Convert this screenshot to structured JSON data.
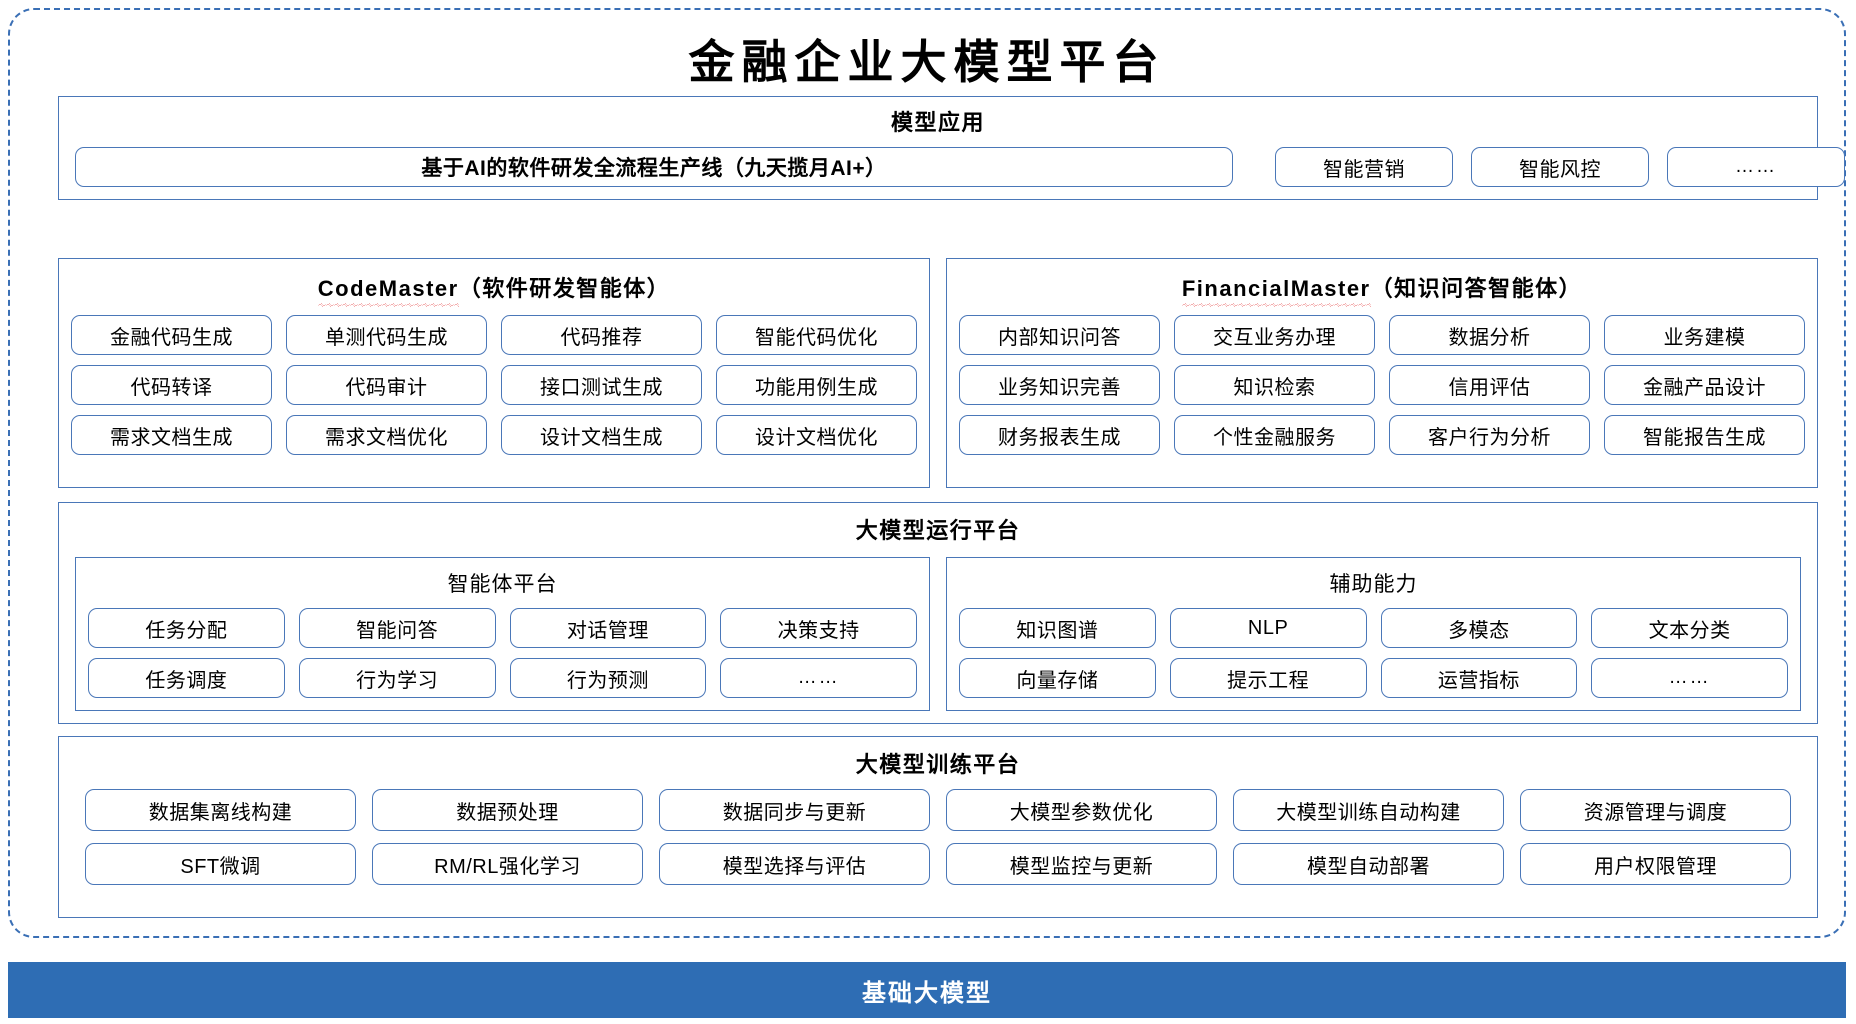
{
  "diagram": {
    "title": "金融企业大模型平台",
    "footer_label": "基础大模型",
    "accent_color": "#4a77b8",
    "footer_color": "#2e6db4",
    "spellcheck_underline_color": "#e03131",
    "frame_border_color": "#3a6fb5"
  },
  "model_application": {
    "title": "模型应用",
    "flagship": "基于AI的软件研发全流程生产线（九天揽月AI+）",
    "items": [
      "智能营销",
      "智能风控",
      "……"
    ]
  },
  "agents": [
    {
      "name_latin": "CodeMaster",
      "name_cn": "（软件研发智能体）",
      "items": [
        "金融代码生成",
        "单测代码生成",
        "代码推荐",
        "智能代码优化",
        "代码转译",
        "代码审计",
        "接口测试生成",
        "功能用例生成",
        "需求文档生成",
        "需求文档优化",
        "设计文档生成",
        "设计文档优化"
      ]
    },
    {
      "name_latin": "FinancialMaster",
      "name_cn": "（知识问答智能体）",
      "items": [
        "内部知识问答",
        "交互业务办理",
        "数据分析",
        "业务建模",
        "业务知识完善",
        "知识检索",
        "信用评估",
        "金融产品设计",
        "财务报表生成",
        "个性金融服务",
        "客户行为分析",
        "智能报告生成"
      ]
    }
  ],
  "run_platform": {
    "title": "大模型运行平台",
    "sections": [
      {
        "title": "智能体平台",
        "items": [
          "任务分配",
          "智能问答",
          "对话管理",
          "决策支持",
          "任务调度",
          "行为学习",
          "行为预测",
          "……"
        ]
      },
      {
        "title": "辅助能力",
        "items": [
          "知识图谱",
          "NLP",
          "多模态",
          "文本分类",
          "向量存储",
          "提示工程",
          "运营指标",
          "……"
        ]
      }
    ]
  },
  "train_platform": {
    "title": "大模型训练平台",
    "items": [
      "数据集离线构建",
      "数据预处理",
      "数据同步与更新",
      "大模型参数优化",
      "大模型训练自动构建",
      "资源管理与调度",
      "SFT微调",
      "RM/RL强化学习",
      "模型选择与评估",
      "模型监控与更新",
      "模型自动部署",
      "用户权限管理"
    ]
  }
}
